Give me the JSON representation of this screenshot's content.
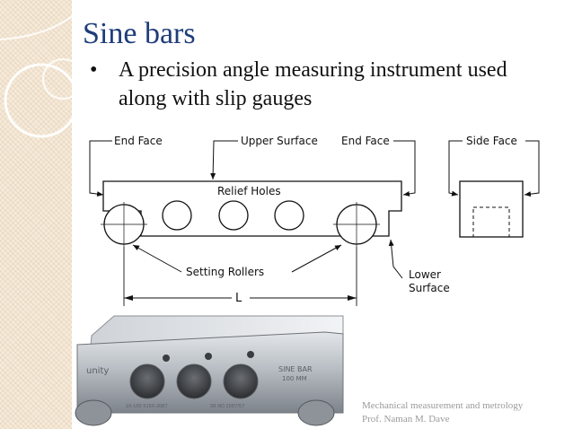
{
  "slide": {
    "title": "Sine bars",
    "bullet_marker": "•",
    "bullet_text": "A precision angle measuring instrument used along with slip gauges"
  },
  "diagram": {
    "labels": {
      "end_face_left": "End Face",
      "upper_surface": "Upper Surface",
      "end_face_right": "End Face",
      "side_face": "Side Face",
      "relief_holes": "Relief Holes",
      "setting_rollers": "Setting Rollers",
      "lower": "Lower",
      "surface": "Surface",
      "length": "L"
    }
  },
  "photo": {
    "brand": "unity",
    "model": "SINE BAR",
    "size": "100 MM",
    "code_left": "2X-100 5150-2087",
    "code_right": "SR NO 2087/57",
    "colors": {
      "metal": "#b9bec4",
      "metal_dark": "#7d838a",
      "hole": "#3a3d41"
    }
  },
  "footer": {
    "line1": "Mechanical measurement and metrology",
    "line2": "Prof. Naman M. Dave"
  },
  "theme": {
    "title_color": "#1f3d7a",
    "band_color": "#f6ead9"
  }
}
